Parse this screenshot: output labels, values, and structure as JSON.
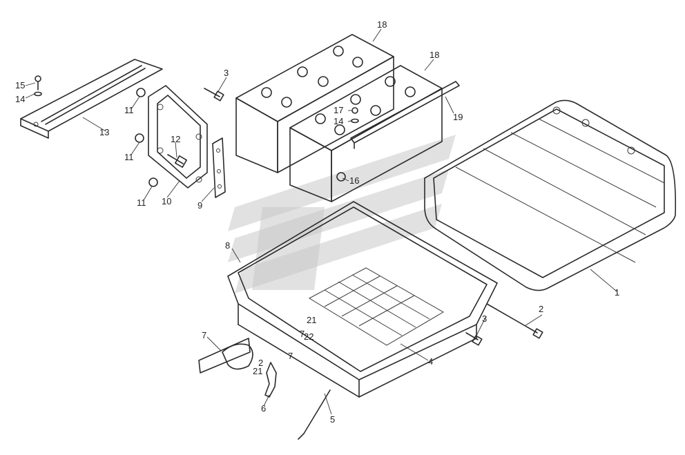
{
  "diagram": {
    "title": "",
    "watermark_color": "#c8c8c8",
    "line_color": "#2a2a2a",
    "callouts": [
      "1",
      "2",
      "3",
      "3",
      "4",
      "5",
      "6",
      "7",
      "8",
      "9",
      "10",
      "11",
      "11",
      "11",
      "12",
      "13",
      "14",
      "14",
      "15",
      "16",
      "17",
      "18",
      "18",
      "19",
      "21",
      "2",
      "22",
      "21",
      "7",
      "7"
    ]
  }
}
